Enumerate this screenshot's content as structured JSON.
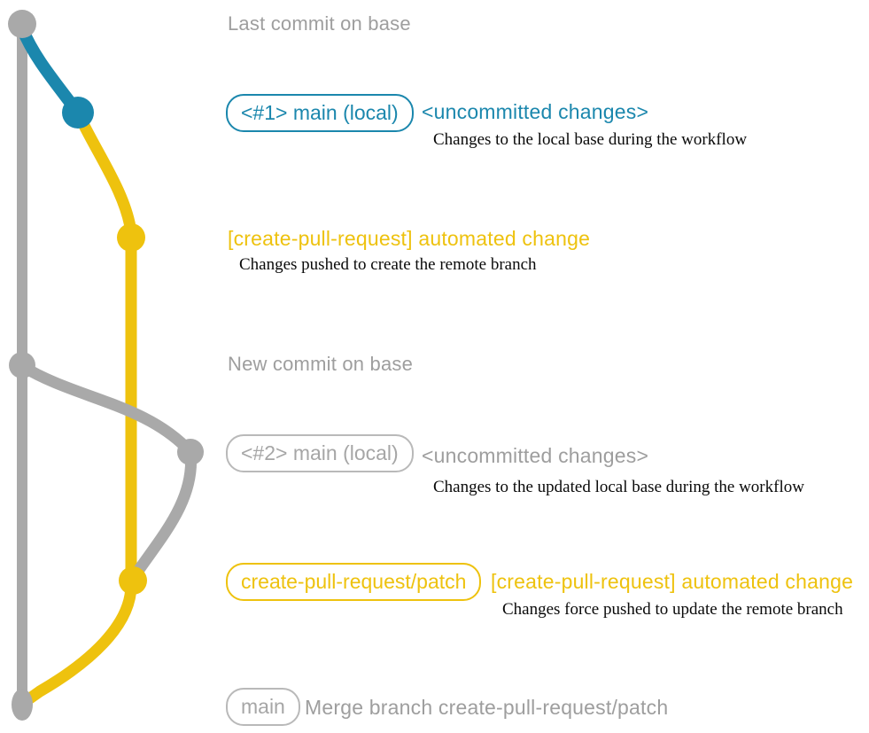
{
  "colors": {
    "blue": "#1b87ad",
    "yellow": "#eec20e",
    "gray_line": "#a9a9a9",
    "gray_text": "#9e9e9e",
    "gray_box_border": "#b9b9b9",
    "gray_box_text": "#a6a6a6",
    "desc_text": "#0a0a0a"
  },
  "rows": {
    "last_commit": {
      "title": "Last commit on base"
    },
    "branch1": {
      "tag": "<#1> main (local)",
      "status": "<uncommitted changes>",
      "desc": "Changes to the local base during the workflow"
    },
    "push1": {
      "title": "[create-pull-request] automated change",
      "desc": "Changes pushed to create the remote branch"
    },
    "new_commit": {
      "title": "New commit on base"
    },
    "branch2": {
      "tag": "<#2> main (local)",
      "status": "<uncommitted changes>",
      "desc": "Changes to the updated local base during the workflow"
    },
    "push2": {
      "tag": "create-pull-request/patch",
      "title": "[create-pull-request] automated change",
      "desc": "Changes force pushed to update the remote branch"
    },
    "merge": {
      "tag": "main",
      "title": "Merge branch create-pull-request/patch"
    }
  },
  "graph": {
    "branches": [
      "base",
      "main (local)",
      "create-pull-request/patch"
    ],
    "commits": [
      {
        "name": "last-commit-on-base",
        "branch": "base"
      },
      {
        "name": "uncommitted-changes-1",
        "branch": "main (local)"
      },
      {
        "name": "automated-change-1",
        "branch": "create-pull-request/patch"
      },
      {
        "name": "new-commit-on-base",
        "branch": "base"
      },
      {
        "name": "uncommitted-changes-2",
        "branch": "main (local)"
      },
      {
        "name": "automated-change-2-force-push",
        "branch": "create-pull-request/patch"
      },
      {
        "name": "merge-commit",
        "branch": "base"
      }
    ]
  }
}
